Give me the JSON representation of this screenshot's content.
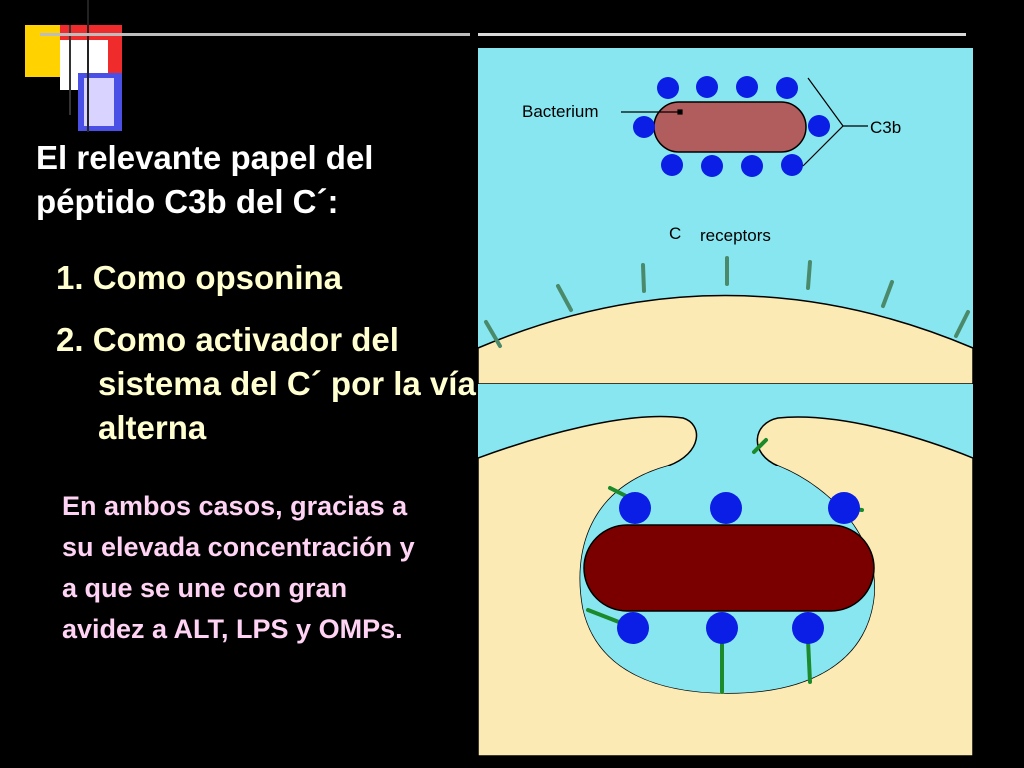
{
  "slide": {
    "title": "El relevante papel del péptido C3b del C´:",
    "list_items": [
      "1. Como opsonina",
      "2. Como activador del sistema del C´ por la vía alterna"
    ],
    "note": "En ambos casos, gracias a su elevada concentración y a que se une con gran avidez a ALT, LPS y OMPs."
  },
  "figure": {
    "labels": {
      "bacterium": "Bacterium",
      "c3b": "C3b",
      "c": "C",
      "receptors": "receptors"
    },
    "colors": {
      "medium": "#88e6f0",
      "cell": "#fbeab4",
      "bacterium_top": "#b25d5d",
      "bacterium_bottom": "#7a0000",
      "c3b": "#0a1ee6",
      "receptor": "#4a8a6a",
      "bound_receptor": "#1a8a2a"
    }
  }
}
